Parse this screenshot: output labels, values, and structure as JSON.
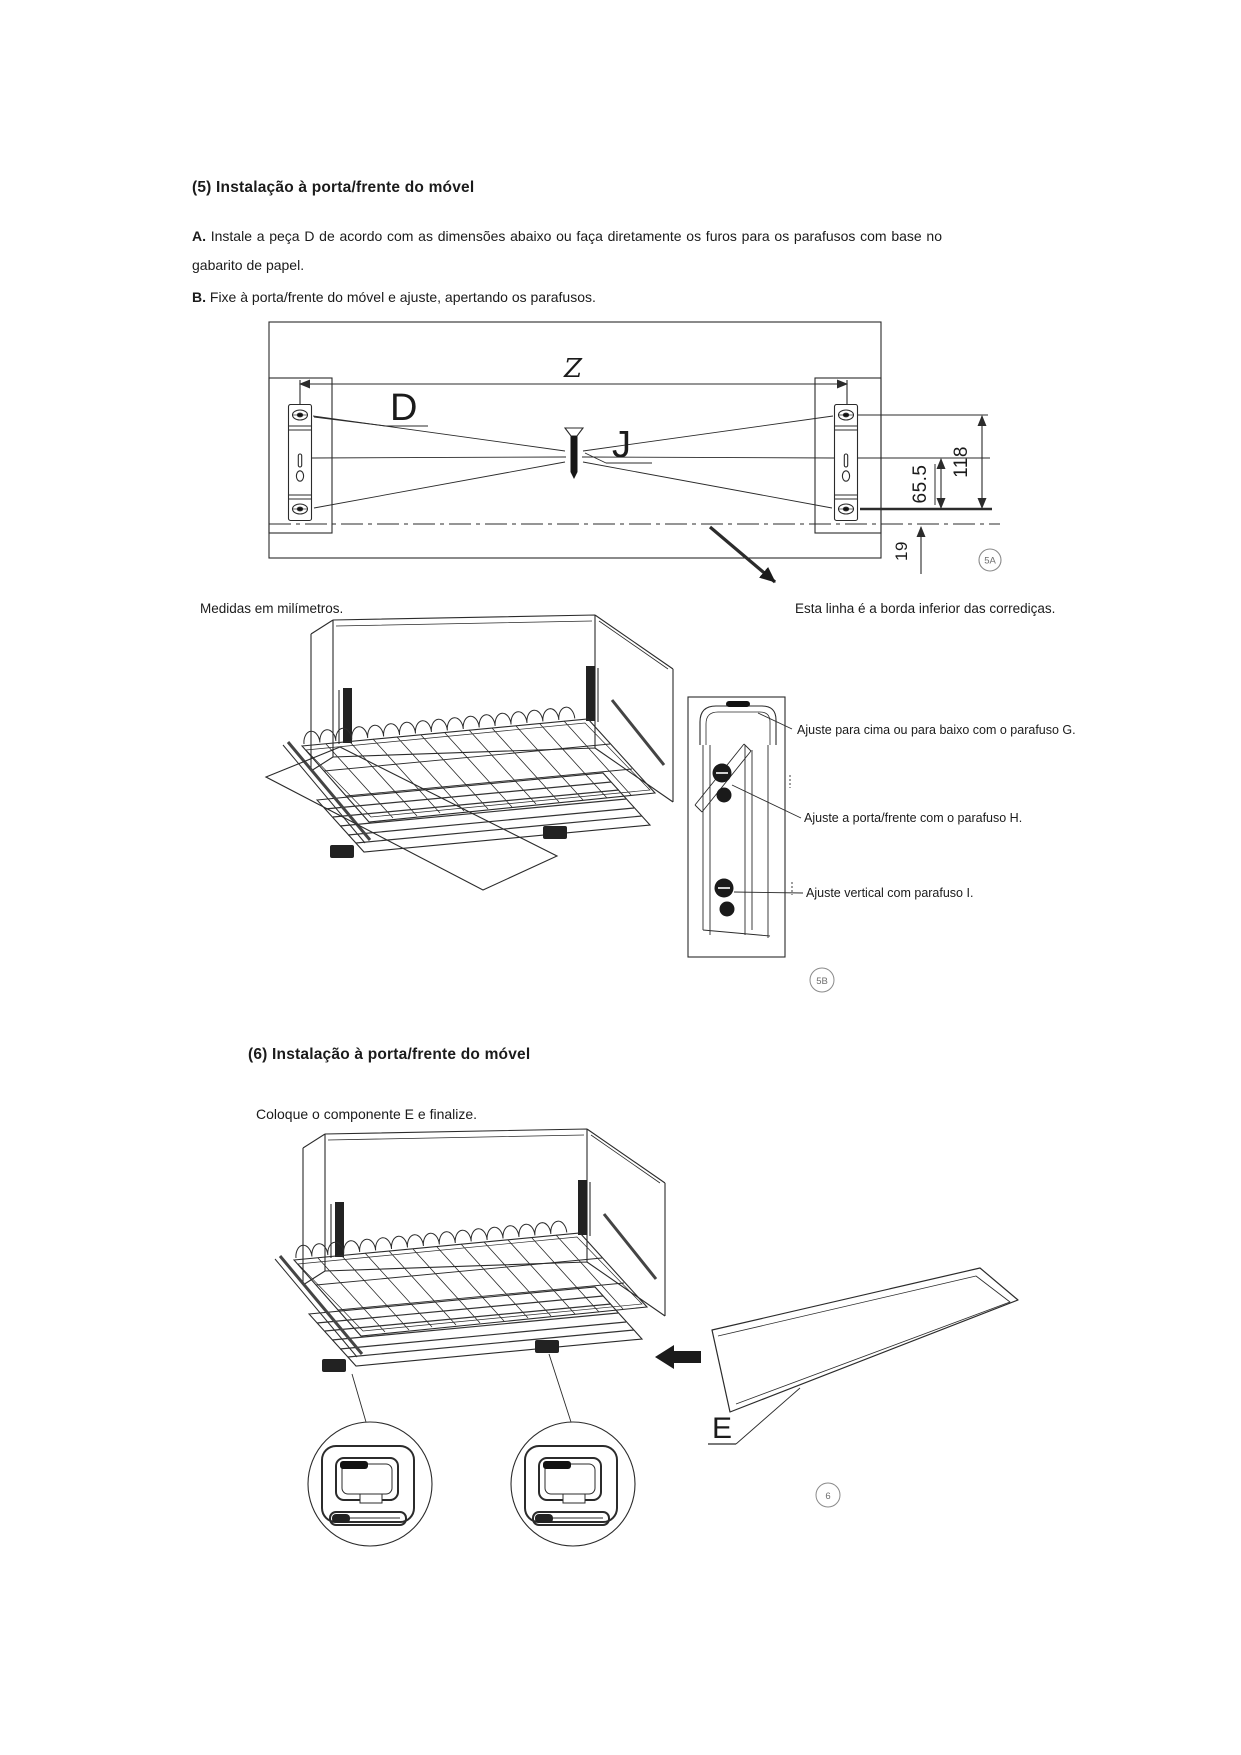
{
  "doc": {
    "s5_heading": "(5) Instalação à porta/frente do móvel",
    "s5_a_label": "A.",
    "s5_a_text": " Instale a peça D de acordo com as dimensões abaixo ou faça diretamente os furos para os parafusos com base no gabarito de papel.",
    "s5_b_label": "B.",
    "s5_b_text": " Fixe à porta/frente do móvel e ajuste, apertando os parafusos.",
    "units_note": "Medidas em milímetros.",
    "line_note": "Esta linha é a borda inferior das corrediças.",
    "s6_heading": "(6) Instalação à porta/frente do móvel",
    "s6_body": "Coloque o componente E e finalize."
  },
  "diagram": {
    "z": "Z",
    "d": "D",
    "j": "J",
    "dim_118": "118",
    "dim_65_5": "65.5",
    "dim_19": "19",
    "badge_5a": "5A"
  },
  "figure5b": {
    "callout_g": "Ajuste para cima ou para baixo com o parafuso G.",
    "callout_h": "Ajuste a porta/frente com o parafuso H.",
    "callout_i": "Ajuste vertical com parafuso I.",
    "badge_5b": "5B"
  },
  "figure6": {
    "label_e": "E",
    "badge_6": "6"
  },
  "colors": {
    "ink": "#1b1b1b",
    "line": "#2b2b2b",
    "badge": "#8a8a8a"
  }
}
